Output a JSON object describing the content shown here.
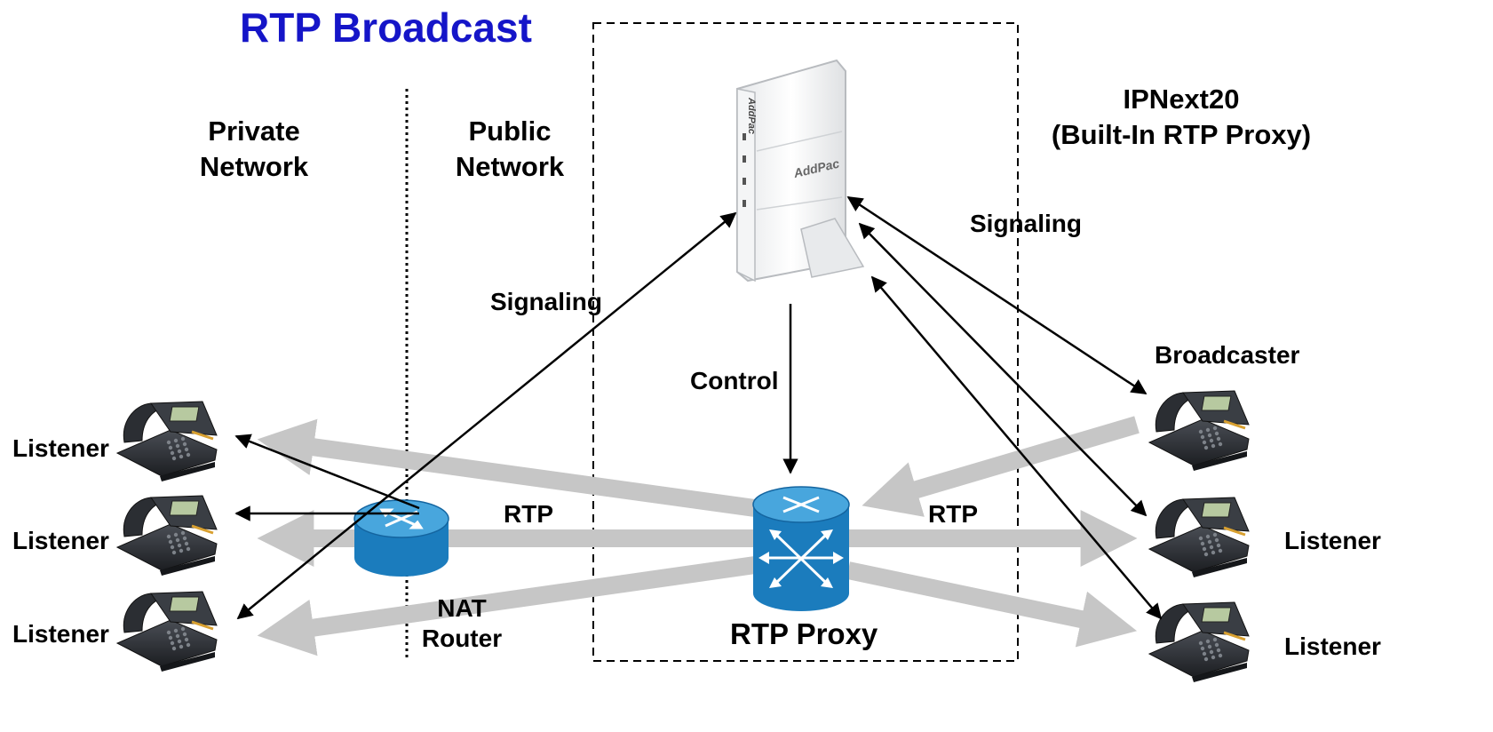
{
  "title": "RTP Broadcast",
  "zones": {
    "private": [
      "Private",
      "Network"
    ],
    "public": [
      "Public",
      "Network"
    ],
    "ipnext": [
      "IPNext20",
      "(Built-In RTP Proxy)"
    ]
  },
  "labels": {
    "signaling_left": "Signaling",
    "signaling_right": "Signaling",
    "control": "Control",
    "rtp_left": "RTP",
    "rtp_right": "RTP",
    "nat_router": [
      "NAT",
      "Router"
    ],
    "rtp_proxy": "RTP Proxy",
    "broadcaster": "Broadcaster",
    "listener": "Listener"
  },
  "device": {
    "brand_text": "AddPac"
  },
  "colors": {
    "title": "#1515c8",
    "router_blue": "#1d7fc0",
    "flow_gray": "#c6c6c6",
    "line": "#000000"
  }
}
